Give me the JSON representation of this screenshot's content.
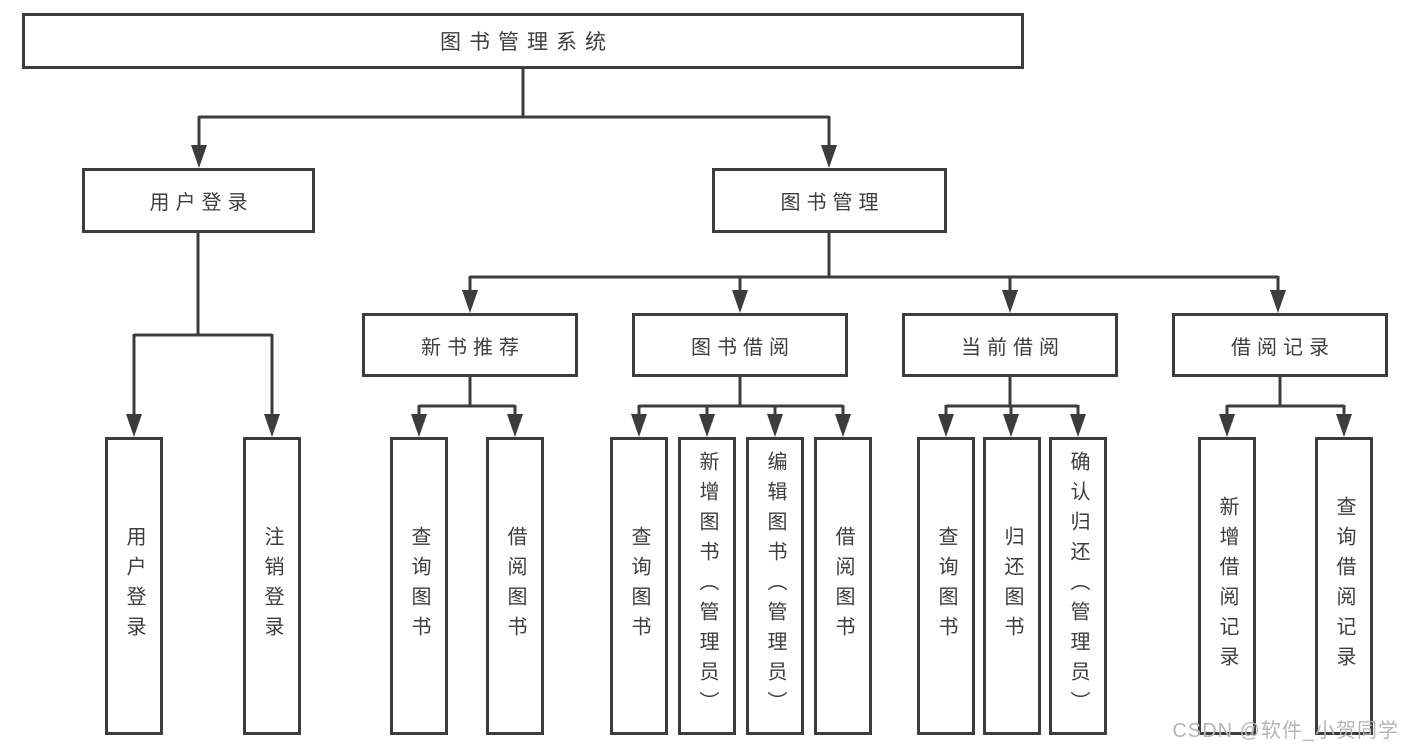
{
  "diagram": {
    "root": {
      "label": "图书管理系统",
      "children": [
        {
          "label": "用户登录",
          "children": [
            {
              "label": "用户登录"
            },
            {
              "label": "注销登录"
            }
          ]
        },
        {
          "label": "图书管理",
          "children": [
            {
              "label": "新书推荐",
              "children": [
                {
                  "label": "查询图书"
                },
                {
                  "label": "借阅图书"
                }
              ]
            },
            {
              "label": "图书借阅",
              "children": [
                {
                  "label": "查询图书"
                },
                {
                  "label": "新增图书（管理员）"
                },
                {
                  "label": "编辑图书（管理员）"
                },
                {
                  "label": "借阅图书"
                }
              ]
            },
            {
              "label": "当前借阅",
              "children": [
                {
                  "label": "查询图书"
                },
                {
                  "label": "归还图书"
                },
                {
                  "label": "确认归还（管理员）"
                }
              ]
            },
            {
              "label": "借阅记录",
              "children": [
                {
                  "label": "新增借阅记录"
                },
                {
                  "label": "查询借阅记录"
                }
              ]
            }
          ]
        }
      ]
    }
  },
  "watermark": "CSDN @软件_小贺同学",
  "colors": {
    "line": "#3c3c3c",
    "text": "#3d3d3d",
    "watermark": "#b5b5b5",
    "background": "#ffffff"
  }
}
